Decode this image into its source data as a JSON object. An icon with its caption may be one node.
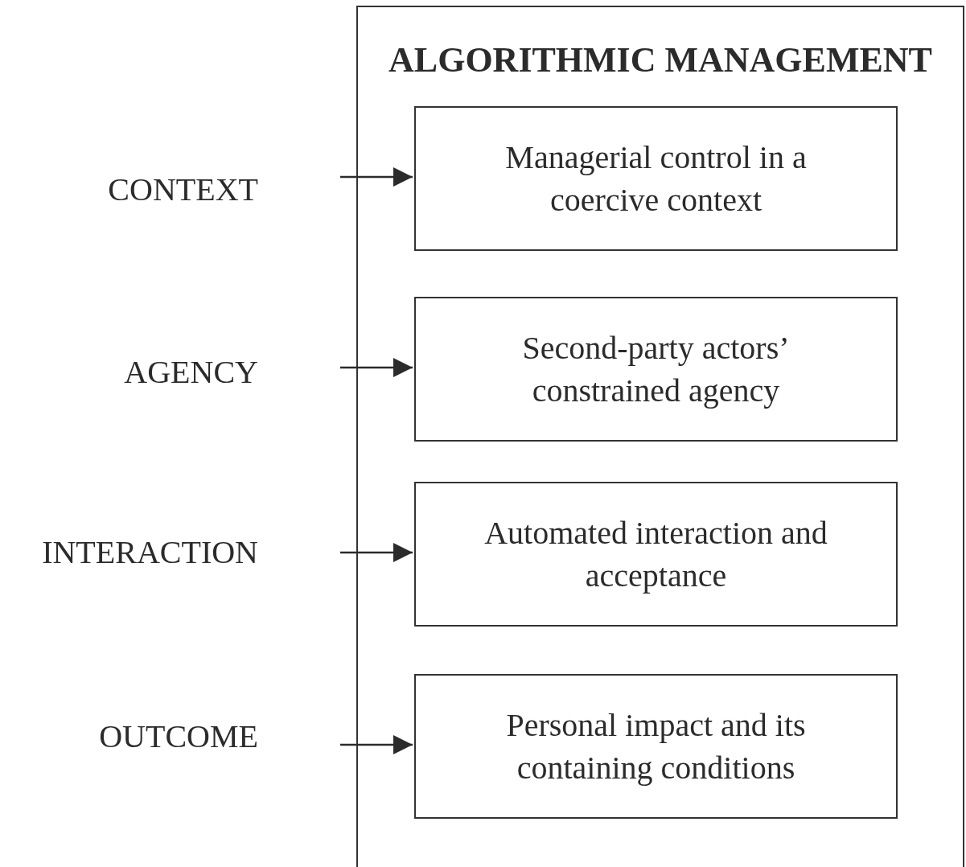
{
  "diagram": {
    "nodes": [
      {
        "text": [
          "ALGORITHMIC MANAGEMENT"
        ]
      },
      {
        "text": [
          "Managerial control in a coercive context"
        ],
        "in": 0
      },
      {
        "text": [
          "Second-party actors’ constrained agency"
        ],
        "in": 0
      },
      {
        "text": [
          "Automated interaction and acceptance"
        ],
        "in": 0
      },
      {
        "text": [
          "Personal impact and its containing conditions"
        ],
        "in": 0
      }
    ],
    "edges": [
      {
        "from": null,
        "to": 1,
        "arrow": "to"
      },
      {
        "from": null,
        "to": 2,
        "arrow": "to"
      },
      {
        "from": null,
        "to": 3,
        "arrow": "to"
      },
      {
        "from": null,
        "to": 4,
        "arrow": "to"
      }
    ],
    "labels": [
      "CONTEXT",
      "AGENCY",
      "INTERACTION",
      "OUTCOME"
    ]
  }
}
